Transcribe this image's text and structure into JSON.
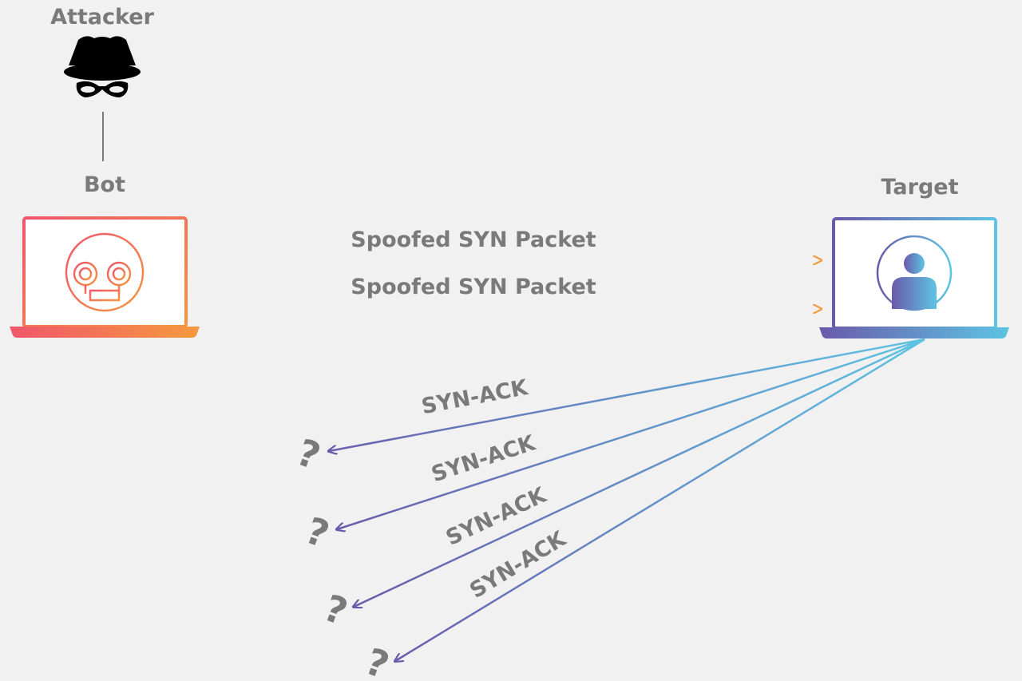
{
  "labels": {
    "attacker": "Attacker",
    "bot": "Bot",
    "target": "Target"
  },
  "syn_packets": [
    {
      "label": "Spoofed SYN Packet"
    },
    {
      "label": "Spoofed SYN Packet"
    }
  ],
  "syn_acks": [
    {
      "label": "SYN-ACK",
      "unknown": "?"
    },
    {
      "label": "SYN-ACK",
      "unknown": "?"
    },
    {
      "label": "SYN-ACK",
      "unknown": "?"
    },
    {
      "label": "SYN-ACK",
      "unknown": "?"
    }
  ],
  "icons": {
    "attacker": "spy-hat-mask-icon",
    "bot": "robot-face-icon",
    "target": "user-icon"
  },
  "colors": {
    "background": "#f1f1f1",
    "text": "#7a7a7a",
    "bot_gradient": [
      "#f0566c",
      "#f59a3e"
    ],
    "target_gradient": [
      "#6a5aaa",
      "#5ec4e3"
    ]
  }
}
